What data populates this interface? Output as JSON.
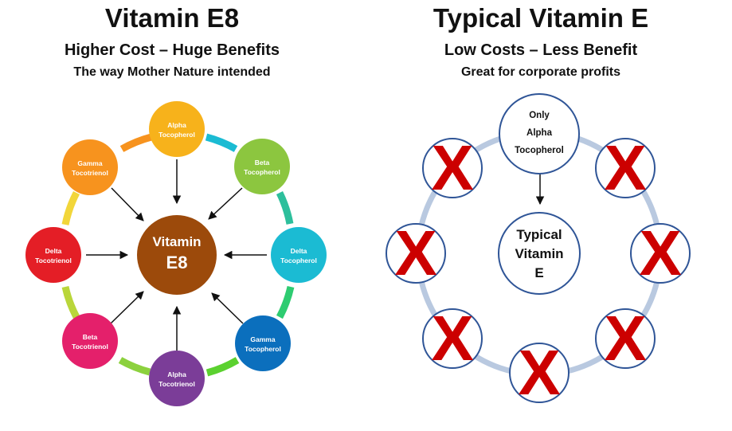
{
  "left": {
    "title": "Vitamin E8",
    "subtitle": "Higher Cost – Huge Benefits",
    "tagline": "The way Mother Nature intended",
    "center_line1": "Vitamin",
    "center_line2": "E8",
    "center_color": "#9c4a0b",
    "nodes": [
      {
        "line1": "Alpha",
        "line2": "Tocopherol",
        "color": "#f7b21b"
      },
      {
        "line1": "Beta",
        "line2": "Tocopherol",
        "color": "#8cc63f"
      },
      {
        "line1": "Delta",
        "line2": "Tocopherol",
        "color": "#1bbbd3"
      },
      {
        "line1": "Gamma",
        "line2": "Tocopherol",
        "color": "#0b6fbd"
      },
      {
        "line1": "Alpha",
        "line2": "Tocotrienol",
        "color": "#7b3d98"
      },
      {
        "line1": "Beta",
        "line2": "Tocotrienol",
        "color": "#e4206b"
      },
      {
        "line1": "Delta",
        "line2": "Tocotrienol",
        "color": "#e41e26"
      },
      {
        "line1": "Gamma",
        "line2": "Tocotrienol",
        "color": "#f7931e"
      }
    ]
  },
  "right": {
    "title": "Typical Vitamin E",
    "subtitle": "Low Costs – Less Benefit",
    "tagline": "Great for corporate profits",
    "top_line1": "Only",
    "top_line2": "Alpha",
    "top_line3": "Tocopherol",
    "center_line1": "Typical",
    "center_line2": "Vitamin",
    "center_line3": "E",
    "x_mark": "X",
    "x_color": "#cc0000"
  }
}
